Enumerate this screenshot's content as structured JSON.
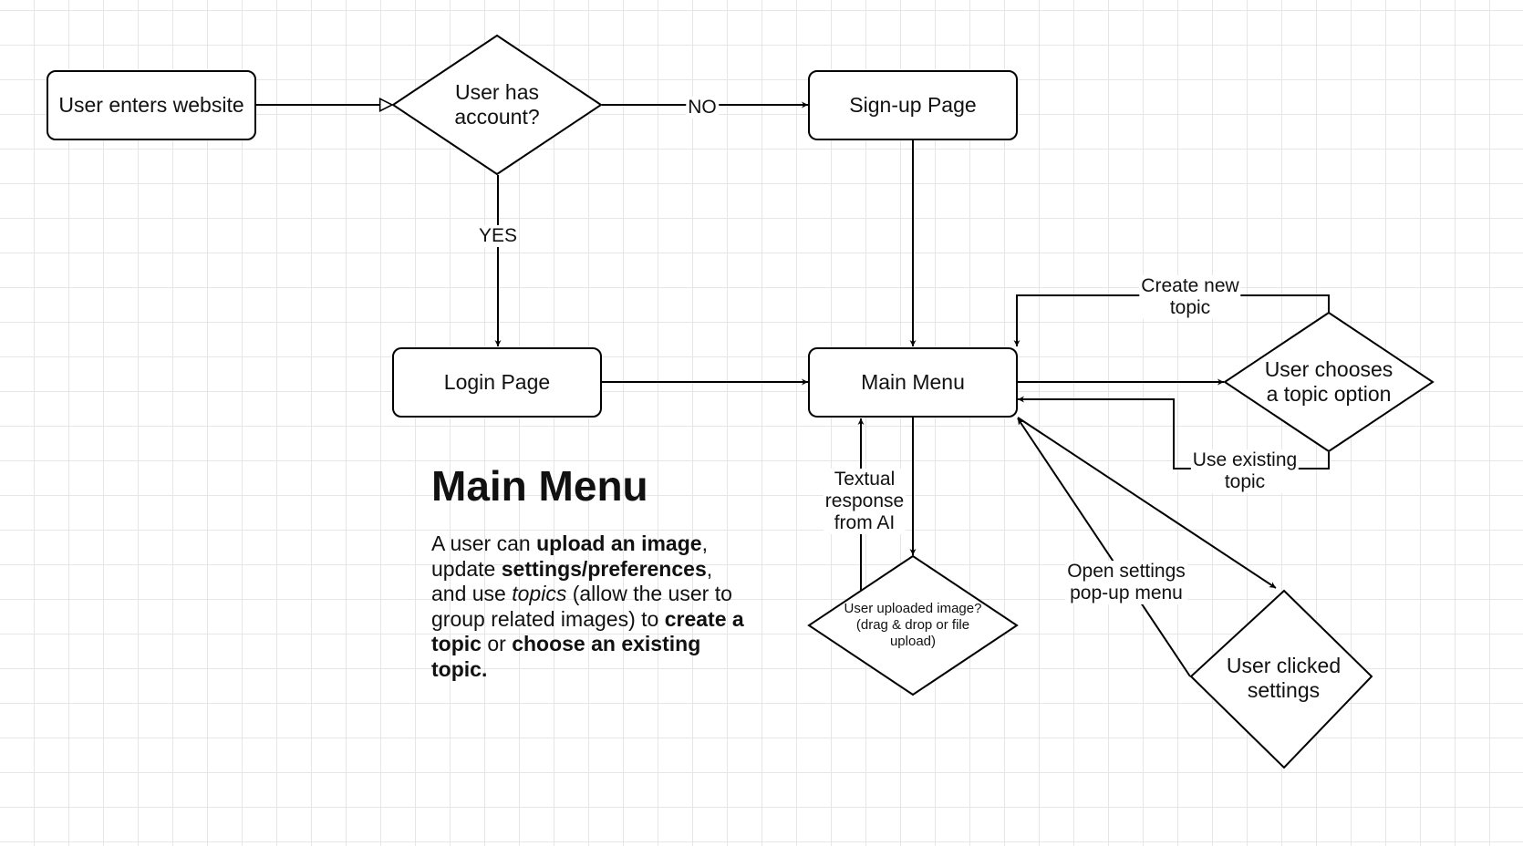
{
  "colors": {
    "stroke": "#000000",
    "grid": "#e6e6e6",
    "background": "#ffffff"
  },
  "nodes": {
    "user_enters": "User enters website",
    "has_account": "User has\naccount?",
    "signup": "Sign-up Page",
    "login": "Login Page",
    "main_menu": "Main Menu",
    "topic_option": "User chooses\na topic option",
    "uploaded_image": "User uploaded image?\n(drag & drop or file\nupload)",
    "clicked_settings": "User clicked\nsettings"
  },
  "edge_labels": {
    "no": "NO",
    "yes": "YES",
    "create_topic": "Create new\ntopic",
    "existing_topic": "Use existing\ntopic",
    "textual_response": "Textual\nresponse\nfrom AI",
    "open_settings": "Open settings\npop-up menu"
  },
  "note": {
    "title": "Main Menu",
    "body": [
      {
        "text": "A user can "
      },
      {
        "text": "upload an image",
        "style": "bold"
      },
      {
        "text": ", update "
      },
      {
        "text": "settings/preferences",
        "style": "bold"
      },
      {
        "text": ", and use "
      },
      {
        "text": "topics",
        "style": "italic"
      },
      {
        "text": " (allow the user to group related images) to "
      },
      {
        "text": "create a topic",
        "style": "bold"
      },
      {
        "text": " or "
      },
      {
        "text": "choose an existing topic.",
        "style": "bold"
      }
    ]
  }
}
